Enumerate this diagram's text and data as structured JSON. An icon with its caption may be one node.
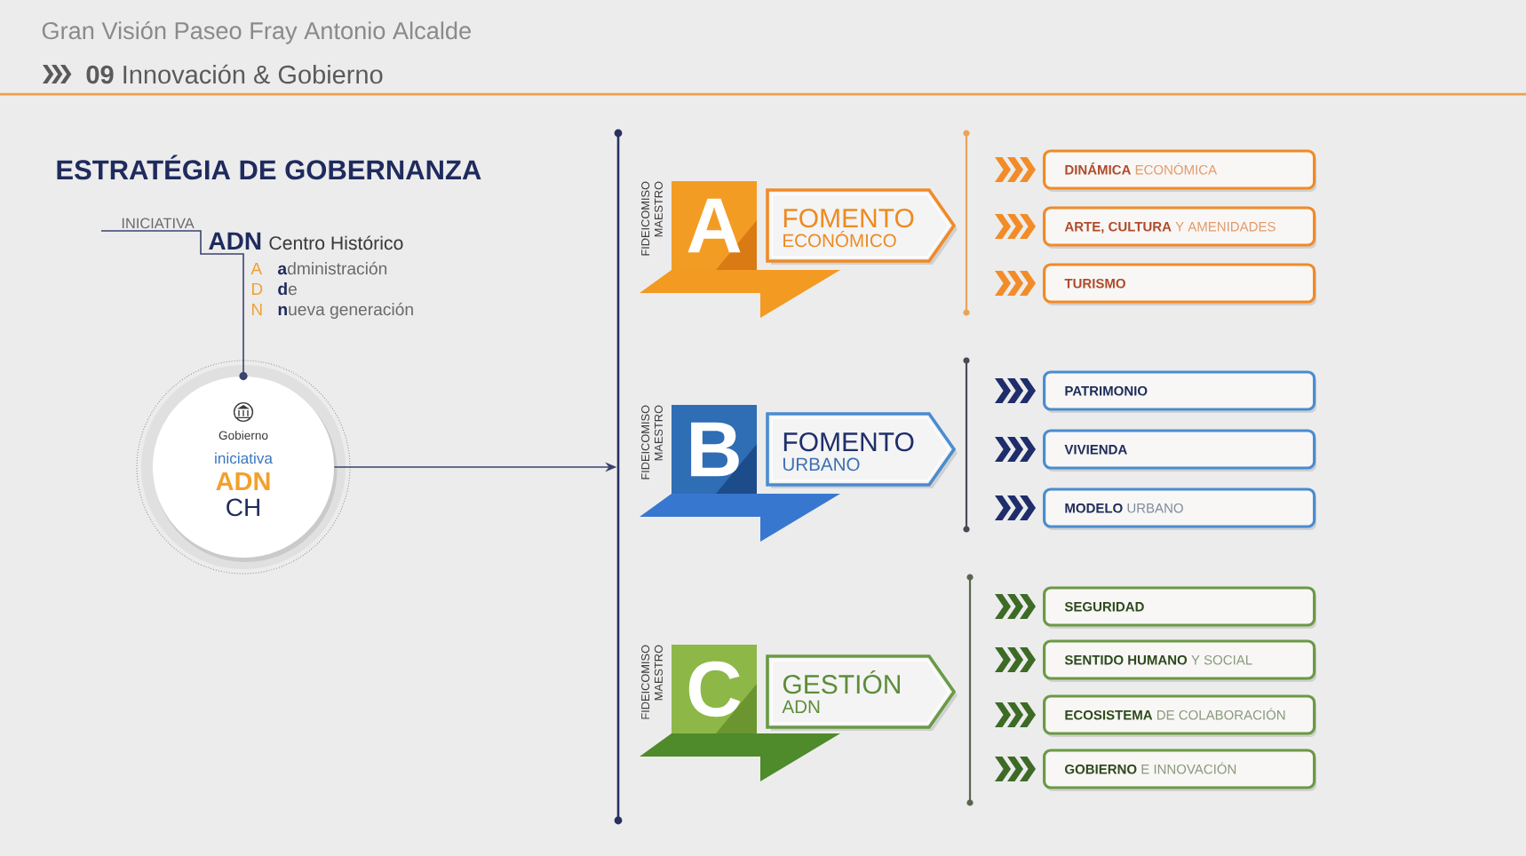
{
  "diagram": {
    "title": "Gran Visión Paseo Fray Antonio Alcalde",
    "nodes": [
      {
        "text": [
          "Gobierno",
          "iniciativa",
          "ADN",
          "CH"
        ]
      },
      {
        "text": [],
        "shape": "bar"
      },
      {
        "text": [
          "FIDEICOMISO MAESTRO",
          "A"
        ]
      },
      {
        "text": [
          "FOMENTO",
          "ECONÓMICO"
        ]
      },
      {
        "text": [
          "**DINÁMICA** ECONÓMICA"
        ]
      },
      {
        "text": [
          "**ARTE, CULTURA** Y AMENIDADES"
        ]
      },
      {
        "text": [
          "TURISMO"
        ]
      },
      {
        "text": [
          "FIDEICOMISO MAESTRO",
          "B"
        ]
      },
      {
        "text": [
          "FOMENTO",
          "URBANO"
        ]
      },
      {
        "text": [
          "PATRIMONIO"
        ]
      },
      {
        "text": [
          "VIVIENDA"
        ]
      },
      {
        "text": [
          "**MODELO** URBANO"
        ]
      },
      {
        "text": [
          "FIDEICOMISO MAESTRO",
          "C"
        ]
      },
      {
        "text": [
          "GESTIÓN",
          "ADN"
        ]
      },
      {
        "text": [
          "SEGURIDAD"
        ]
      },
      {
        "text": [
          "**SENTIDO HUMANO** Y SOCIAL"
        ]
      },
      {
        "text": [
          "**ECOSISTEMA** DE COLABORACIÓN"
        ]
      },
      {
        "text": [
          "**GOBIERNO** E INNOVACIÓN"
        ]
      }
    ],
    "edges": [
      {
        "from": null,
        "to": 0,
        "arrow": "none"
      },
      {
        "from": 0,
        "to": 1,
        "arrow": "to"
      }
    ],
    "labels": [
      "**09** Innovación & Gobierno",
      "ESTRATÉGIA DE GOBERNANZA",
      "INICIATIVA",
      "ADN",
      "Centro Histórico",
      "A",
      "**a**dministración",
      "D",
      "**d**e",
      "N",
      "**n**ueva generación"
    ]
  }
}
